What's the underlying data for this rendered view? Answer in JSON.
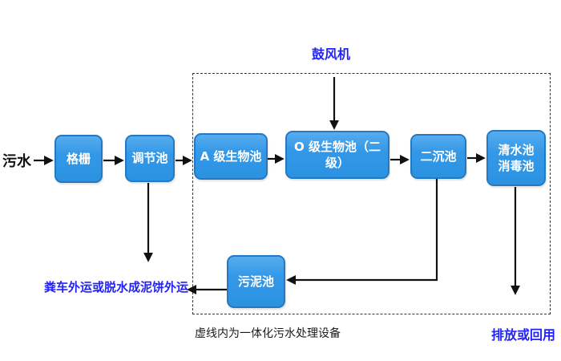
{
  "diagram": {
    "influent_label": "污水",
    "blower_label": "鼓风机",
    "boxes": {
      "grille": "格栅",
      "regulating": "调节池",
      "a_bio": "A 级生物池",
      "o_bio": "O 级生物池（二级）",
      "secondary_sed": "二沉池",
      "clear_line1": "清水池",
      "clear_line2": "消毒池",
      "sludge": "污泥池"
    },
    "sludge_disposal_label": "粪车外运或脱水成泥饼外运",
    "discharge_label": "排放或回用",
    "dashed_box_caption": "虚线内为一体化污水处理设备",
    "colors": {
      "box_fill": "#3398e7",
      "box_border": "#2579c2",
      "annotation_blue": "#2222ff",
      "line_black": "#111111"
    }
  }
}
